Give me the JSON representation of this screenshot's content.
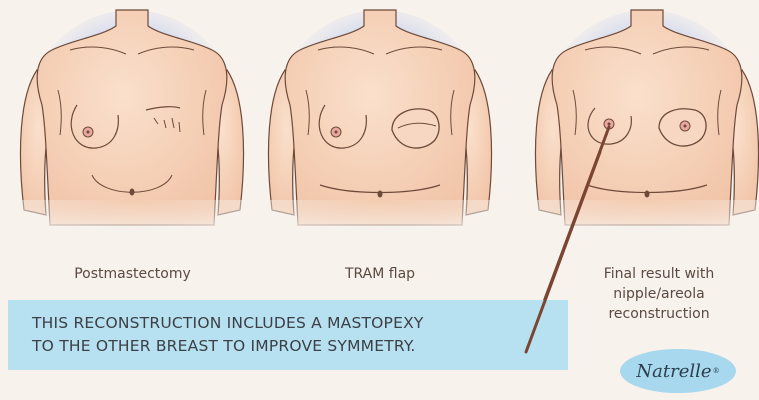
{
  "panels": [
    {
      "caption_lines": [
        "Postmastectomy"
      ]
    },
    {
      "caption_lines": [
        "TRAM flap"
      ]
    },
    {
      "caption_lines": [
        "Final result with",
        "nipple/areola",
        "reconstruction"
      ]
    }
  ],
  "banner": {
    "lines": [
      "THIS RECONSTRUCTION INCLUDES A MASTOPEXY",
      "TO THE OTHER BREAST TO IMPROVE SYMMETRY."
    ]
  },
  "logo": {
    "text": "Natrelle",
    "mark": "®"
  },
  "colors": {
    "background": "#f7f2ec",
    "skin": "#f7d3bb",
    "halo": "#a6b6e2",
    "outline": "#6e4a3a",
    "banner": "#b7e1f0",
    "pointer": "#7a4632",
    "logo_oval": "#a7d8ed"
  }
}
